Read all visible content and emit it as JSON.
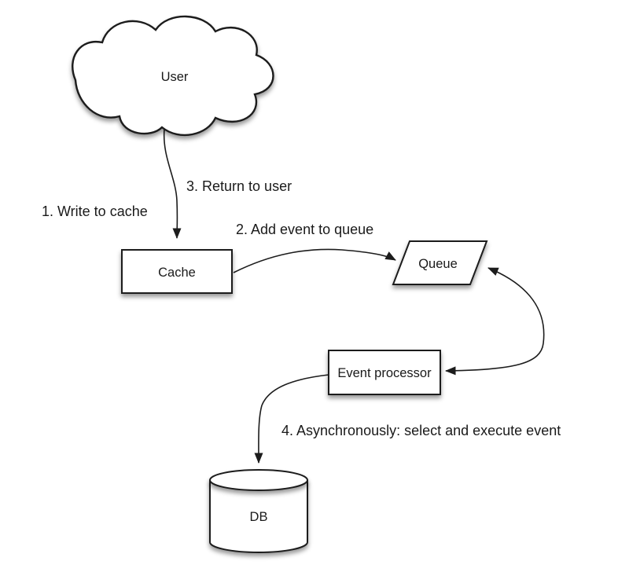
{
  "diagram": {
    "background_color": "#ffffff",
    "stroke_color": "#1c1c1c",
    "text_color": "#1a1a1a",
    "nodes": {
      "user": {
        "label": "User",
        "shape": "cloud"
      },
      "cache": {
        "label": "Cache",
        "shape": "rectangle"
      },
      "queue": {
        "label": "Queue",
        "shape": "parallelogram"
      },
      "event_processor": {
        "label": "Event processor",
        "shape": "rectangle"
      },
      "db": {
        "label": "DB",
        "shape": "cylinder"
      }
    },
    "labels": {
      "step1": "1. Write to cache",
      "step2": "2. Add event to queue",
      "step3": "3. Return to user",
      "step4": "4. Asynchronously: select and execute event"
    },
    "edges": {
      "user_to_cache": "User -> Cache",
      "cache_to_queue": "Cache -> Queue",
      "loop_into_queue": "curve -> Queue",
      "loop_into_event_processor": "curve -> Event processor",
      "event_processor_to_db": "Event processor -> DB"
    }
  }
}
